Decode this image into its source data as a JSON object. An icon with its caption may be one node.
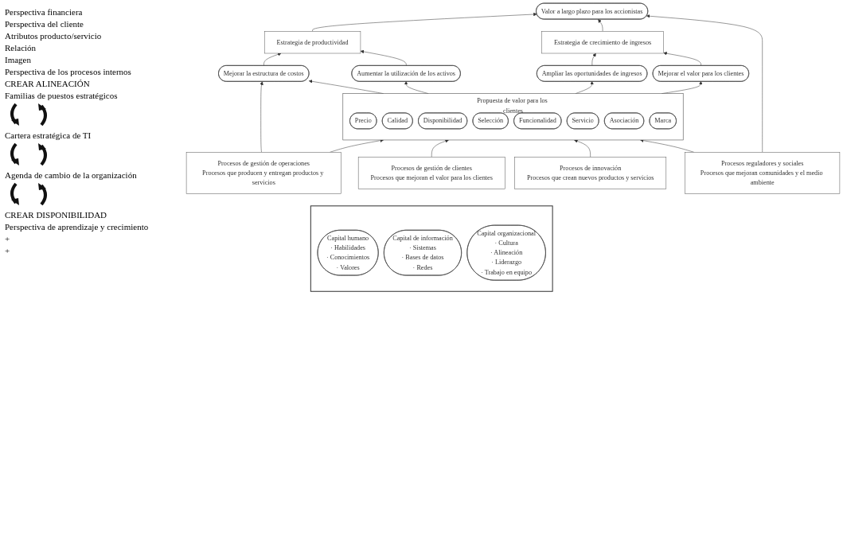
{
  "diagram": {
    "nodes": [
      {
        "text": [
          "Valor a largo plazo para los accionistas"
        ]
      },
      {
        "text": [
          "Estrategia de productividad"
        ]
      },
      {
        "text": [
          "Estrategia de crecimiento de ingresos"
        ]
      },
      {
        "text": [
          "Mejorar la estructura de costos"
        ]
      },
      {
        "text": [
          "Aumentar la utilización de los activos"
        ]
      },
      {
        "text": [
          "Ampliar las oportunidades de ingresos"
        ]
      },
      {
        "text": [
          "Mejorar el valor para los clientes"
        ]
      },
      {
        "text": [
          "Propuesta de valor para los clientes"
        ]
      },
      {
        "text": [
          "Precio"
        ],
        "in": 7
      },
      {
        "text": [
          "Calidad"
        ],
        "in": 7
      },
      {
        "text": [
          "Disponibilidad"
        ],
        "in": 7
      },
      {
        "text": [
          "Selección"
        ],
        "in": 7
      },
      {
        "text": [
          "Funcionalidad"
        ],
        "in": 7
      },
      {
        "text": [
          "Servicio"
        ],
        "in": 7
      },
      {
        "text": [
          "Asociación"
        ],
        "in": 7
      },
      {
        "text": [
          "Marca"
        ],
        "in": 7
      },
      {
        "text": [
          "Procesos de gestión de operaciones",
          "Procesos que producen y entregan productos y servicios"
        ]
      },
      {
        "text": [
          "Procesos de gestión de clientes",
          "Procesos que mejoran el valor para los clientes"
        ]
      },
      {
        "text": [
          "Procesos de innovación",
          "Procesos que crean nuevos productos y servicios"
        ]
      },
      {
        "text": [
          "Procesos reguladores y sociales",
          "Procesos que mejoran comunidades y el medio ambiente"
        ]
      },
      {
        "text": [],
        "shape": "box"
      },
      {
        "text": [
          "Capital humano",
          "· Habilidades",
          "· Conocimientos",
          "· Valores"
        ],
        "in": 20
      },
      {
        "text": [
          "Capital de información",
          "· Sistemas",
          "· Bases de datos",
          "· Redes"
        ],
        "in": 20
      },
      {
        "text": [
          "Capital organizacional",
          "· Cultura",
          "· Alineación",
          "· Liderazgo",
          "· Trabajo en equipo"
        ],
        "in": 20
      }
    ],
    "edges": [
      {
        "from": 1,
        "to": 0,
        "arrow": "to"
      },
      {
        "from": 2,
        "to": 0,
        "arrow": "to"
      },
      {
        "from": 19,
        "to": 0,
        "arrow": "to"
      },
      {
        "from": 3,
        "to": 1,
        "arrow": "to"
      },
      {
        "from": 4,
        "to": 1,
        "arrow": "to"
      },
      {
        "from": 5,
        "to": 2,
        "arrow": "to"
      },
      {
        "from": 6,
        "to": 2,
        "arrow": "to"
      },
      {
        "from": 16,
        "to": 3,
        "arrow": "to"
      },
      {
        "from": 7,
        "to": 3,
        "arrow": "to"
      },
      {
        "from": 7,
        "to": 4,
        "arrow": "to"
      },
      {
        "from": 7,
        "to": 5,
        "arrow": "to"
      },
      {
        "from": 7,
        "to": 6,
        "arrow": "to"
      },
      {
        "from": 16,
        "to": 7,
        "arrow": "to"
      },
      {
        "from": 17,
        "to": 7,
        "arrow": "to"
      },
      {
        "from": 18,
        "to": 7,
        "arrow": "to"
      },
      {
        "from": 19,
        "to": 7,
        "arrow": "to"
      }
    ],
    "labels": [
      "Perspectiva financiera",
      "Perspectiva del cliente",
      "Atributos producto/servicio",
      "Relación",
      "Imagen",
      "Perspectiva de los procesos internos",
      "CREAR ALINEACIÓN",
      "Familias de puestos estratégicos",
      "Cartera estratégica de TI",
      "Agenda de cambio de la organización",
      "CREAR DISPONIBILIDAD",
      "Perspectiva de aprendizaje y crecimiento",
      "+",
      "+"
    ]
  }
}
